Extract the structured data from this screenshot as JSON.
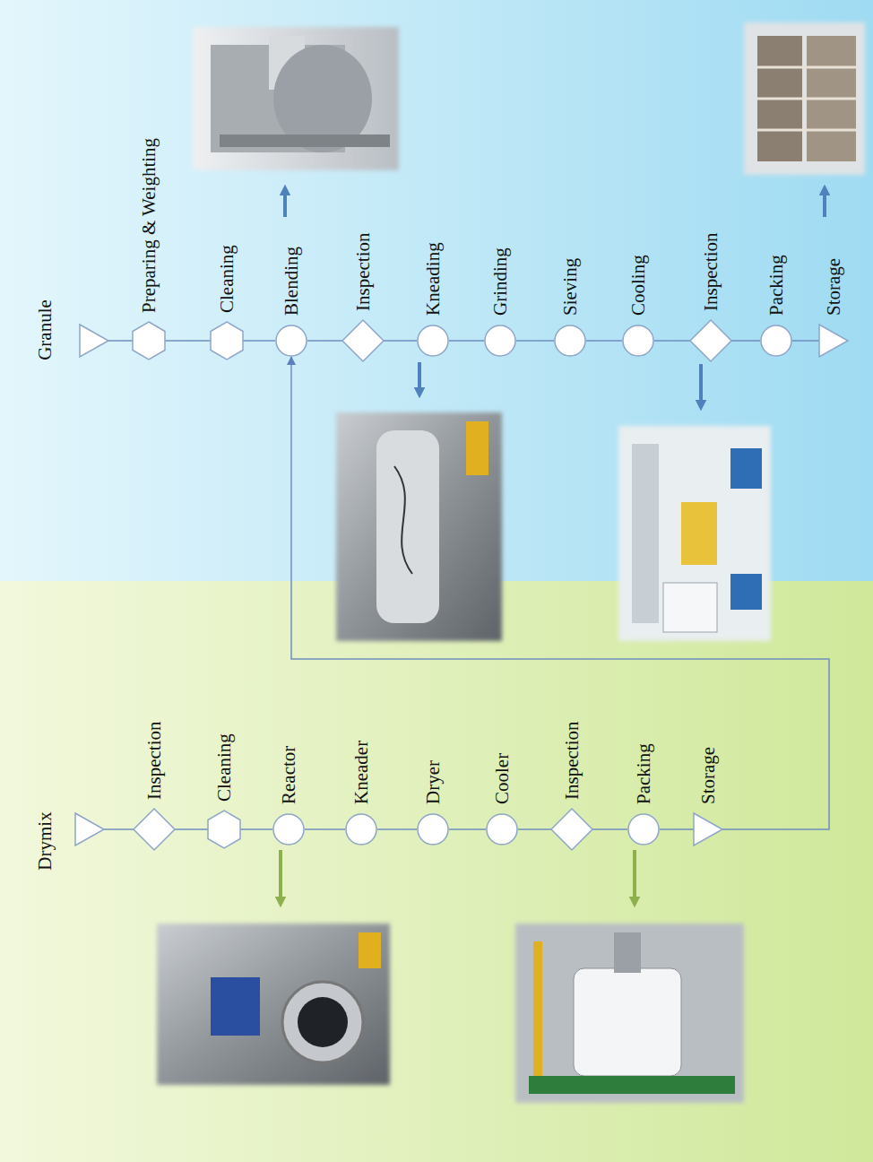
{
  "diagram": {
    "nodes": [
      {
        "text": [
          "Preparing & Weighting"
        ]
      },
      {
        "text": [
          "Cleaning"
        ]
      },
      {
        "text": [
          "Blending"
        ]
      },
      {
        "text": [
          "Inspection"
        ]
      },
      {
        "text": [
          "Kneading"
        ]
      },
      {
        "text": [
          "Grinding"
        ]
      },
      {
        "text": [
          "Sieving"
        ]
      },
      {
        "text": [
          "Cooling"
        ]
      },
      {
        "text": [
          "Inspection"
        ]
      },
      {
        "text": [
          "Packing"
        ]
      },
      {
        "text": [
          "Storage"
        ]
      },
      {
        "text": [
          "Inspection"
        ]
      },
      {
        "text": [
          "Cleaning"
        ]
      },
      {
        "text": [
          "Reactor"
        ]
      },
      {
        "text": [
          "Kneader"
        ]
      },
      {
        "text": [
          "Dryer"
        ]
      },
      {
        "text": [
          "Cooler"
        ]
      },
      {
        "text": [
          "Inspection"
        ]
      },
      {
        "text": [
          "Packing"
        ]
      },
      {
        "text": [
          "Storage"
        ]
      }
    ],
    "edges": [
      {
        "from": 0,
        "to": 1,
        "arrow": "none"
      },
      {
        "from": 1,
        "to": 2,
        "arrow": "none"
      },
      {
        "from": 2,
        "to": 3,
        "arrow": "none"
      },
      {
        "from": 3,
        "to": 4,
        "arrow": "none"
      },
      {
        "from": 4,
        "to": 5,
        "arrow": "none"
      },
      {
        "from": 5,
        "to": 6,
        "arrow": "none"
      },
      {
        "from": 6,
        "to": 7,
        "arrow": "none"
      },
      {
        "from": 7,
        "to": 8,
        "arrow": "none"
      },
      {
        "from": 8,
        "to": 9,
        "arrow": "none"
      },
      {
        "from": 9,
        "to": 10,
        "arrow": "none"
      },
      {
        "from": 11,
        "to": 12,
        "arrow": "none"
      },
      {
        "from": 12,
        "to": 13,
        "arrow": "none"
      },
      {
        "from": 13,
        "to": 14,
        "arrow": "none"
      },
      {
        "from": 14,
        "to": 15,
        "arrow": "none"
      },
      {
        "from": 15,
        "to": 16,
        "arrow": "none"
      },
      {
        "from": 16,
        "to": 17,
        "arrow": "none"
      },
      {
        "from": 17,
        "to": 18,
        "arrow": "none"
      },
      {
        "from": 18,
        "to": 19,
        "arrow": "none"
      },
      {
        "from": 19,
        "to": 2,
        "arrow": "to"
      }
    ],
    "labels": [
      "Granule",
      "Drymix"
    ]
  }
}
